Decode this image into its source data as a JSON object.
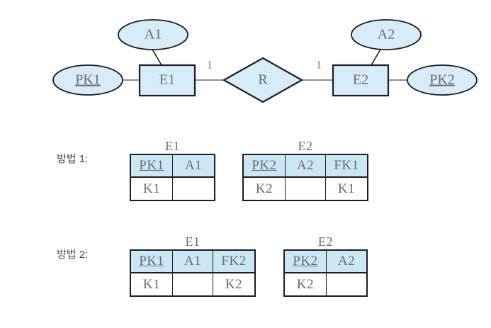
{
  "diagram": {
    "title": "ER diagram 1:1 relationship mapping",
    "colors": {
      "shape_fill": "#d6ecf8",
      "header_fill": "#cbe6f5",
      "stroke": "#1d1d1d",
      "text": "#6b6b6b"
    },
    "entities": [
      {
        "id": "E1",
        "label": "E1"
      },
      {
        "id": "E2",
        "label": "E2"
      }
    ],
    "relationship": {
      "id": "R",
      "label": "R"
    },
    "attributes": [
      {
        "id": "A1",
        "label": "A1",
        "key": false
      },
      {
        "id": "A2",
        "label": "A2",
        "key": false
      },
      {
        "id": "PK1",
        "label": "PK1",
        "key": true
      },
      {
        "id": "PK2",
        "label": "PK2",
        "key": true
      }
    ],
    "cardinalities": [
      {
        "id": "left",
        "label": "1"
      },
      {
        "id": "right",
        "label": "1"
      }
    ]
  },
  "methods": [
    {
      "label": "방법 1:",
      "tables": [
        {
          "title": "E1",
          "columns": [
            {
              "name": "PK1",
              "key": true
            },
            {
              "name": "A1",
              "key": false
            }
          ],
          "rows": [
            [
              "K1",
              ""
            ]
          ]
        },
        {
          "title": "E2",
          "columns": [
            {
              "name": "PK2",
              "key": true
            },
            {
              "name": "A2",
              "key": false
            },
            {
              "name": "FK1",
              "key": false
            }
          ],
          "rows": [
            [
              "K2",
              "",
              "K1"
            ]
          ]
        }
      ]
    },
    {
      "label": "방법 2:",
      "tables": [
        {
          "title": "E1",
          "columns": [
            {
              "name": "PK1",
              "key": true
            },
            {
              "name": "A1",
              "key": false
            },
            {
              "name": "FK2",
              "key": false
            }
          ],
          "rows": [
            [
              "K1",
              "",
              "K2"
            ]
          ]
        },
        {
          "title": "E2",
          "columns": [
            {
              "name": "PK2",
              "key": true
            },
            {
              "name": "A2",
              "key": false
            }
          ],
          "rows": [
            [
              "K2",
              ""
            ]
          ]
        }
      ]
    }
  ]
}
